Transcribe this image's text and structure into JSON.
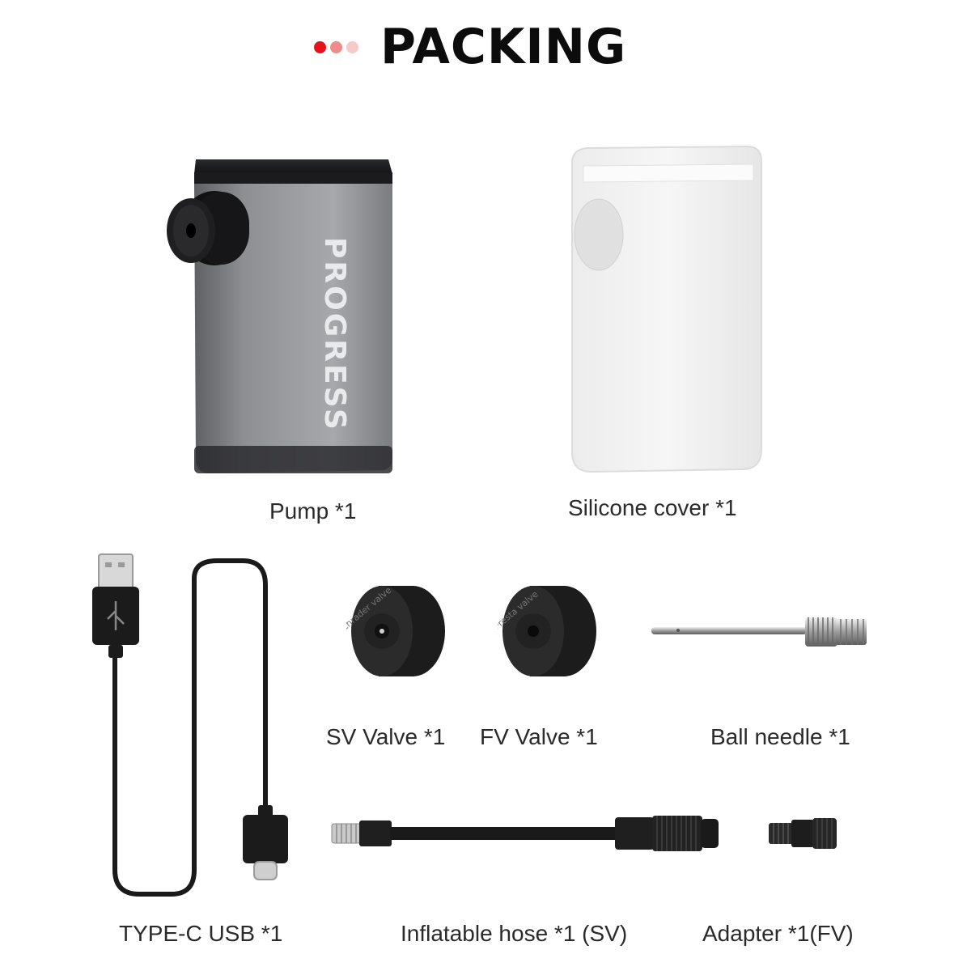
{
  "header": {
    "title": "PACKING",
    "dot_colors": [
      "#e8101a",
      "#f08a8e",
      "#f6c9cb"
    ]
  },
  "items": [
    {
      "label": "Pump *1",
      "icon": "pump-icon"
    },
    {
      "label": "Silicone cover *1",
      "icon": "silicone-cover-icon"
    },
    {
      "label": "TYPE-C USB *1",
      "icon": "usb-cable-icon"
    },
    {
      "label": "SV Valve *1",
      "icon": "sv-valve-icon"
    },
    {
      "label": "FV Valve *1",
      "icon": "fv-valve-icon"
    },
    {
      "label": "Ball needle *1",
      "icon": "ball-needle-icon"
    },
    {
      "label": "Inflatable hose *1 (SV)",
      "icon": "hose-icon"
    },
    {
      "label": "Adapter *1(FV)",
      "icon": "adapter-icon"
    }
  ],
  "pump_brand": "PROGRESS",
  "sv_valve_text": "Schrader valve",
  "fv_valve_text": "Presta valve"
}
